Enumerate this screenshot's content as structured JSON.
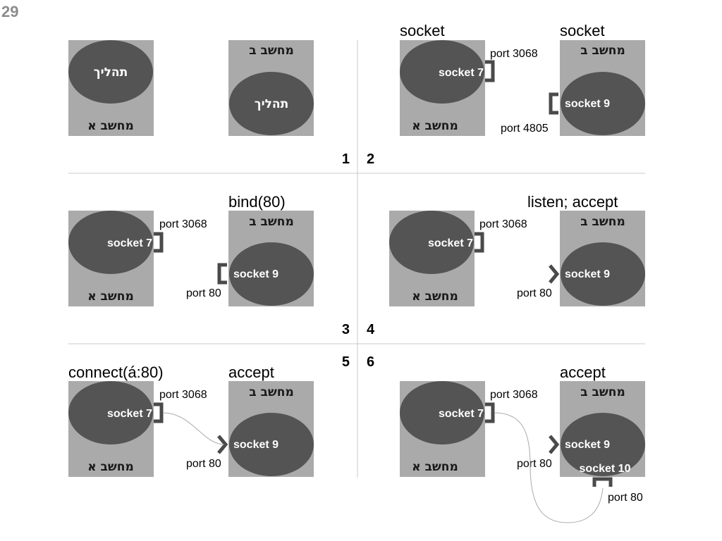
{
  "slide_number": "29",
  "labels": {
    "computer_a": "מחשב א",
    "computer_b": "מחשב ב",
    "process": "תהליך",
    "socket_7": "socket 7",
    "socket_9": "socket 9",
    "socket_10": "socket 10",
    "port_3068": "port 3068",
    "port_4805": "port 4805",
    "port_80": "port 80"
  },
  "captions": {
    "socket": "socket",
    "bind": "bind(80)",
    "listen_accept": "listen; accept",
    "connect": "connect(á:80)",
    "accept": "accept"
  },
  "panel_numbers": [
    "1",
    "2",
    "3",
    "4",
    "5",
    "6"
  ],
  "colors": {
    "computer_box": "#aaaaaa",
    "process_ellipse": "#545454",
    "port_bracket": "#4a4a4a",
    "divider": "#c8c8c8",
    "connection": "#aaaaaa",
    "slide_number": "#8c8c8c"
  }
}
